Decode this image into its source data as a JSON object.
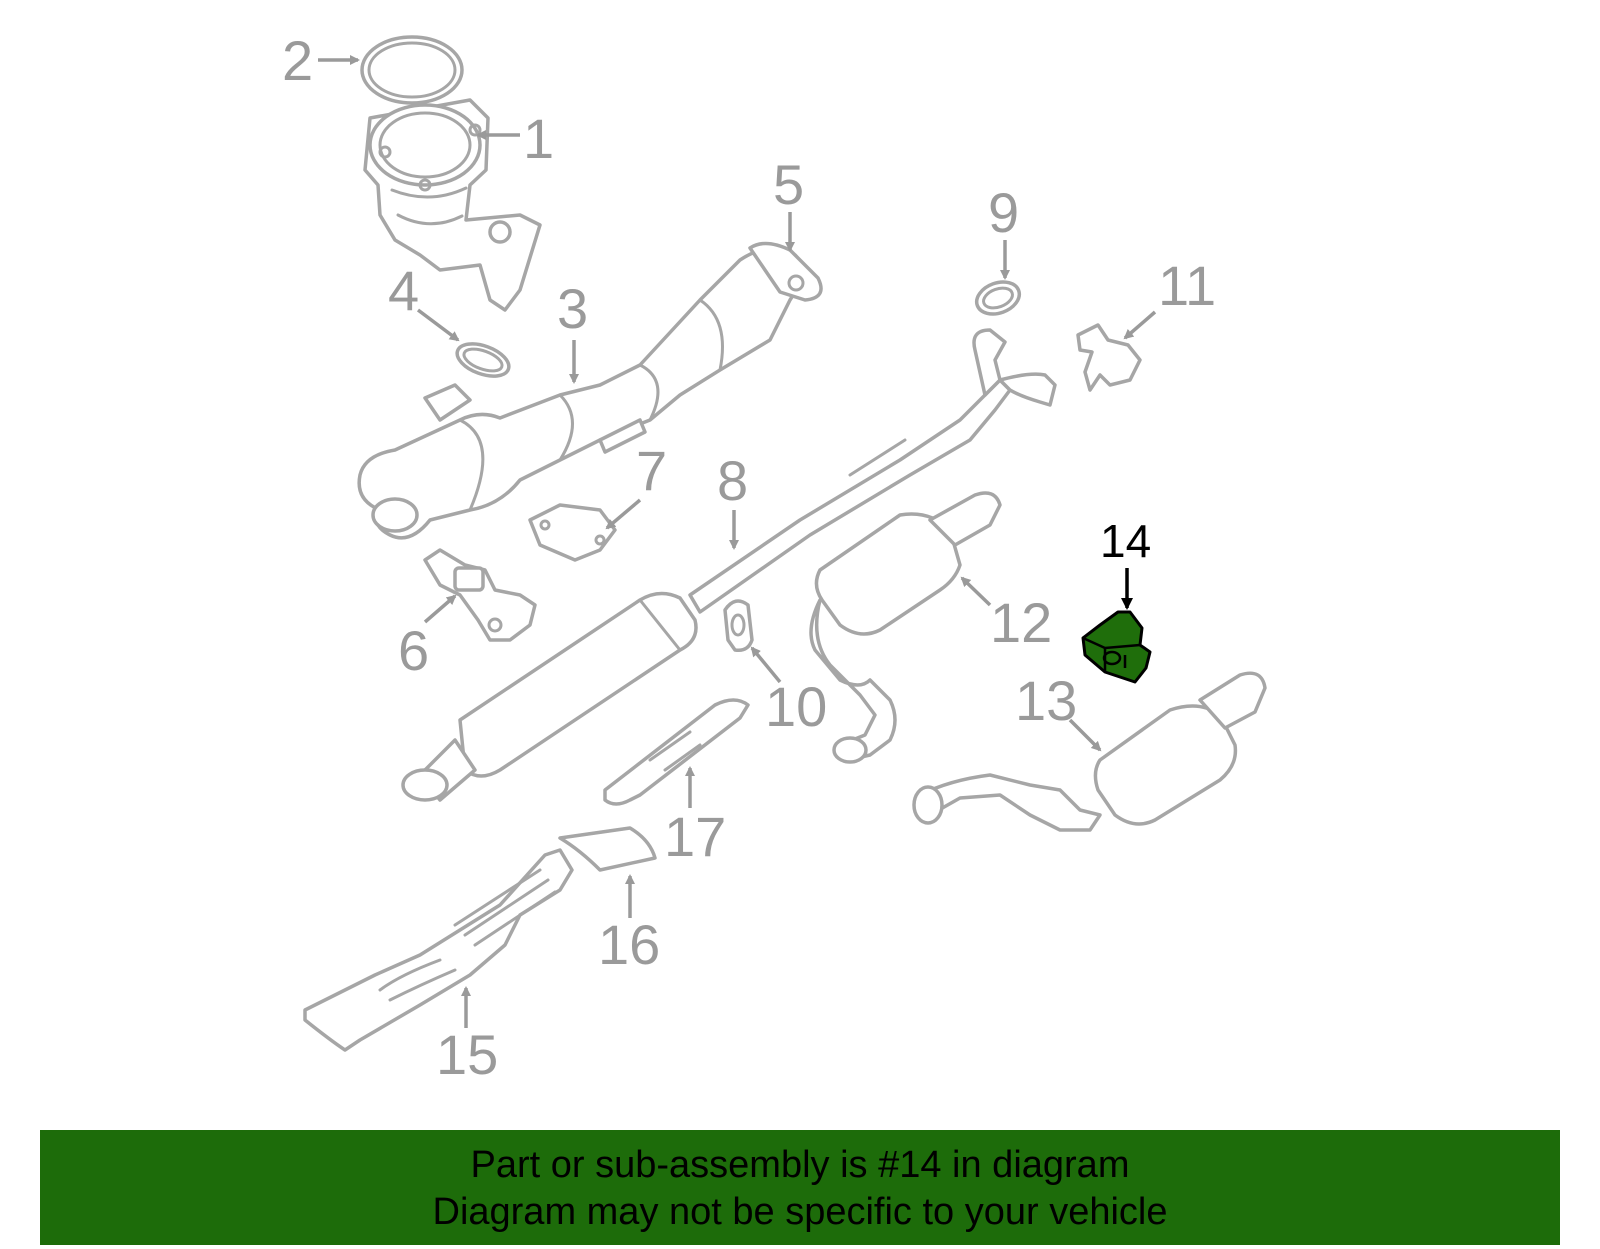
{
  "diagram": {
    "callouts": [
      "1",
      "2",
      "3",
      "4",
      "5",
      "6",
      "7",
      "8",
      "9",
      "10",
      "11",
      "12",
      "13",
      "14",
      "15",
      "16",
      "17"
    ],
    "highlighted_part": "14",
    "colors": {
      "part_outline": "#a6a6a6",
      "highlight_fill": "#1f6e0b",
      "banner_bg": "#1d6c0a"
    }
  },
  "banner": {
    "line1": "Part or sub-assembly is #14 in diagram",
    "line2": "Diagram may not be specific to your vehicle"
  }
}
